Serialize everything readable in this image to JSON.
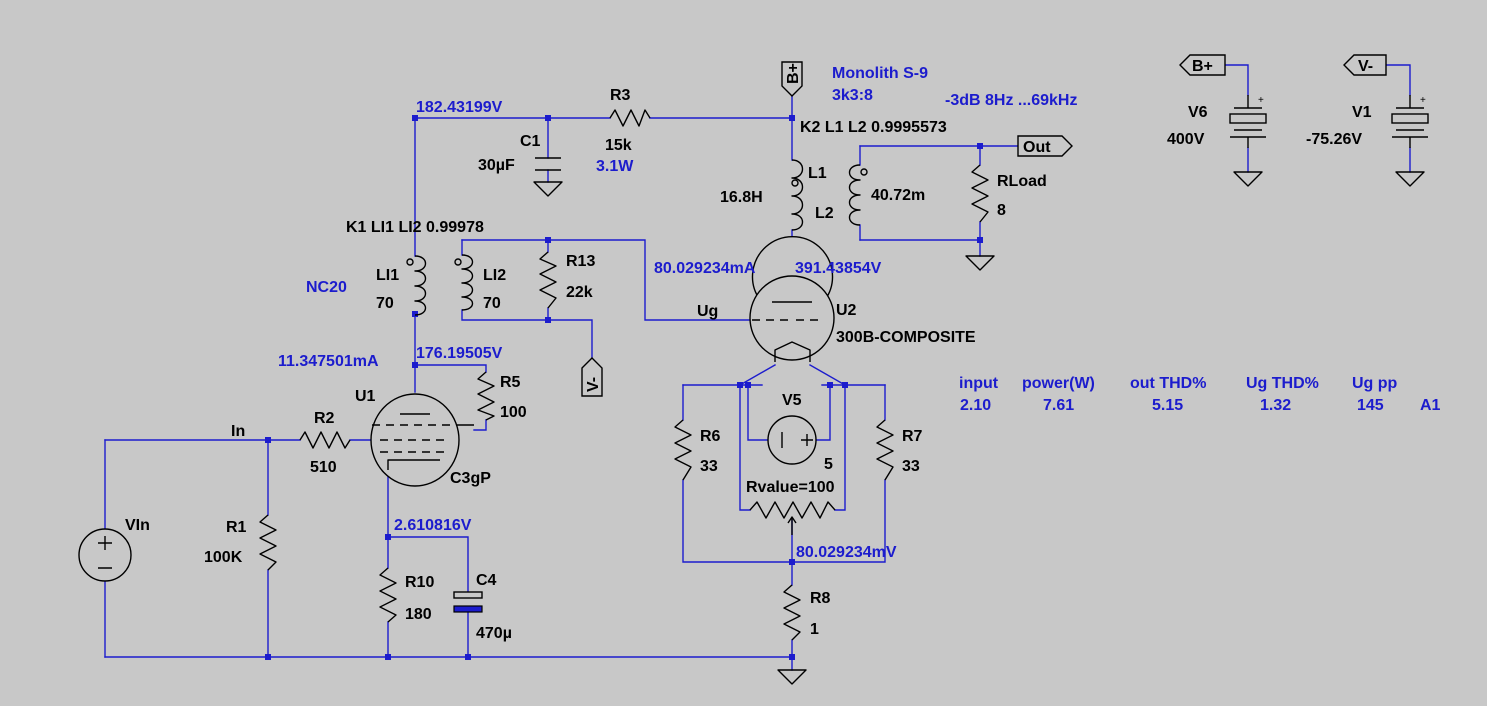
{
  "nodes": {
    "n182": "182.43199V",
    "n176": "176.19505V",
    "n_i1": "11.347501mA",
    "n2610": "2.610816V",
    "n391": "391.43854V",
    "n_i2": "80.029234mA",
    "n80mv": "80.029234mV"
  },
  "title": {
    "line1": "Monolith S-9",
    "line2": "3k3:8",
    "bandwidth": "-3dB 8Hz ...69kHz",
    "nc20": "NC20"
  },
  "coupling": {
    "k2": "K2 L1 L2 0.9995573",
    "k1": "K1 LI1 LI2  0.99978"
  },
  "components": {
    "r3": {
      "name": "R3",
      "value": "15k",
      "power": "3.1W"
    },
    "c1": {
      "name": "C1",
      "value": "30µF"
    },
    "l1": {
      "name": "L1",
      "value": "16.8H"
    },
    "l2": {
      "name": "L2",
      "value": "40.72m"
    },
    "rload": {
      "name": "RLoad",
      "value": "8"
    },
    "li1": {
      "name": "LI1",
      "value": "70"
    },
    "li2": {
      "name": "LI2",
      "value": "70"
    },
    "r13": {
      "name": "R13",
      "value": "22k"
    },
    "u2": {
      "name": "U2",
      "model": "300B-COMPOSITE"
    },
    "u1": {
      "name": "U1",
      "model": "C3gP"
    },
    "r5": {
      "name": "R5",
      "value": "100"
    },
    "r2": {
      "name": "R2",
      "value": "510"
    },
    "r1": {
      "name": "R1",
      "value": "100K"
    },
    "vin": {
      "name": "VIn"
    },
    "r10": {
      "name": "R10",
      "value": "180"
    },
    "c4": {
      "name": "C4",
      "value": "470µ"
    },
    "r6": {
      "name": "R6",
      "value": "33"
    },
    "r7": {
      "name": "R7",
      "value": "33"
    },
    "v5": {
      "name": "V5",
      "value": "5"
    },
    "pot": {
      "value": "Rvalue=100"
    },
    "r8": {
      "name": "R8",
      "value": "1"
    },
    "v6": {
      "name": "V6",
      "value": "400V"
    },
    "v1": {
      "name": "V1",
      "value": "-75.26V"
    }
  },
  "netlabels": {
    "bplus": "B+",
    "vminus": "V-",
    "out": "Out",
    "in": "In",
    "ug": "Ug"
  },
  "results": {
    "headers": [
      "input",
      "power(W)",
      "out THD%",
      "Ug THD%",
      "Ug pp"
    ],
    "values": [
      "2.10",
      "7.61",
      "5.15",
      "1.32",
      "145"
    ],
    "cell": "A1"
  }
}
